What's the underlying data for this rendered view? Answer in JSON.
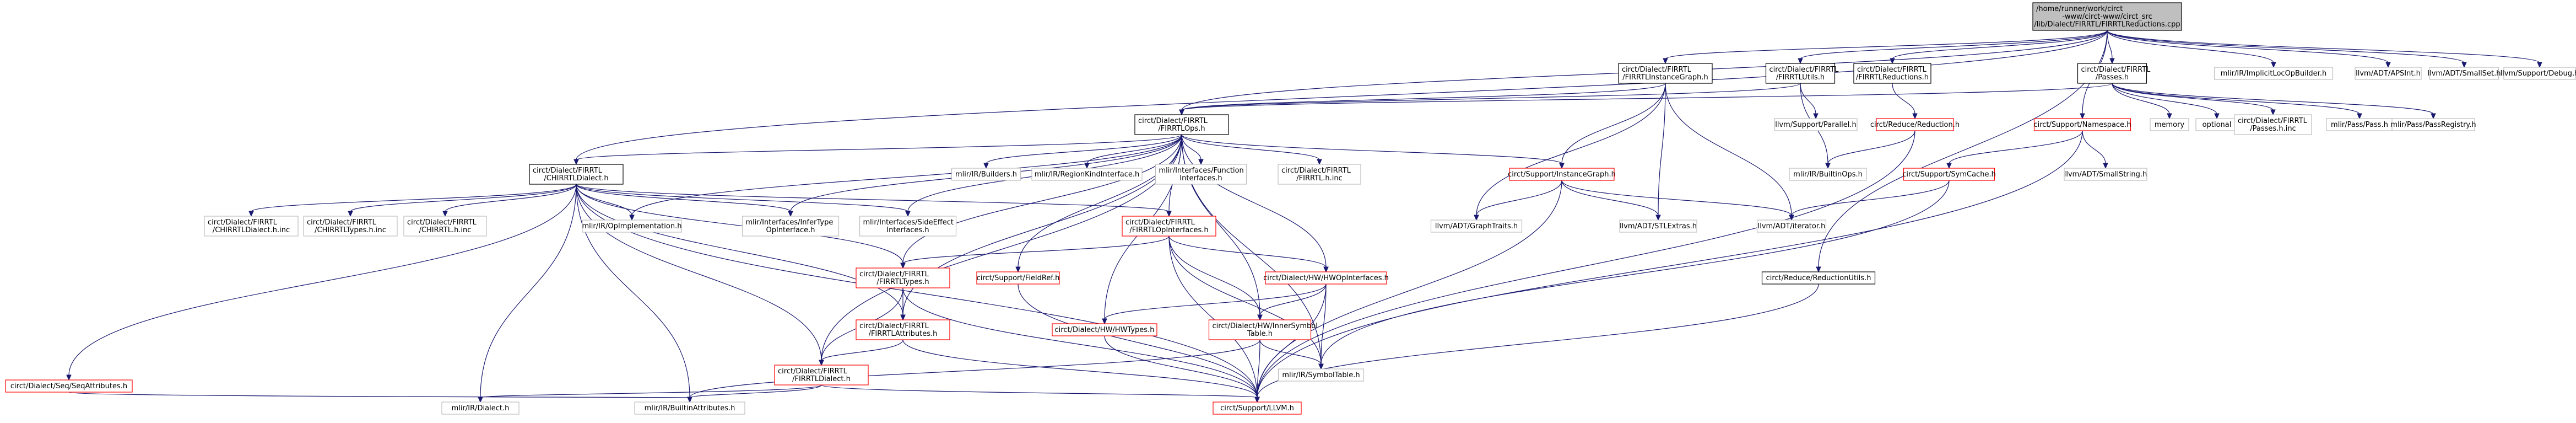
{
  "diagram": {
    "nodes": {
      "root": {
        "lines": [
          "/home/runner/work/circt",
          "-www/circt-www/circt_src",
          "/lib/Dialect/FIRRTL/FIRRTLReductions.cpp"
        ],
        "style": "root",
        "link": false
      },
      "instgraph_fir": {
        "lines": [
          "circt/Dialect/FIRRTL",
          "/FIRRTLInstanceGraph.h"
        ],
        "style": "black",
        "link": true
      },
      "utils": {
        "lines": [
          "circt/Dialect/FIRRTL",
          "/FIRRTLUtils.h"
        ],
        "style": "black",
        "link": true
      },
      "reductions_h": {
        "lines": [
          "circt/Dialect/FIRRTL",
          "/FIRRTLReductions.h"
        ],
        "style": "black",
        "link": true
      },
      "passes_h": {
        "lines": [
          "circt/Dialect/FIRRTL",
          "/Passes.h"
        ],
        "style": "black",
        "link": true
      },
      "implicitloc": {
        "lines": [
          "mlir/IR/ImplicitLocOpBuilder.h"
        ],
        "style": "gray",
        "link": false
      },
      "apsint": {
        "lines": [
          "llvm/ADT/APSInt.h"
        ],
        "style": "gray",
        "link": false
      },
      "smallset": {
        "lines": [
          "llvm/ADT/SmallSet.h"
        ],
        "style": "gray",
        "link": false
      },
      "debug": {
        "lines": [
          "llvm/Support/Debug.h"
        ],
        "style": "gray",
        "link": false
      },
      "ops": {
        "lines": [
          "circt/Dialect/FIRRTL",
          "/FIRRTLOps.h"
        ],
        "style": "black",
        "link": true
      },
      "parallel": {
        "lines": [
          "llvm/Support/Parallel.h"
        ],
        "style": "gray",
        "link": false
      },
      "reduction": {
        "lines": [
          "circt/Reduce/Reduction.h"
        ],
        "style": "red",
        "link": true
      },
      "namespace": {
        "lines": [
          "circt/Support/Namespace.h"
        ],
        "style": "red",
        "link": true
      },
      "memory": {
        "lines": [
          "memory"
        ],
        "style": "gray",
        "link": false
      },
      "optional": {
        "lines": [
          "optional"
        ],
        "style": "gray",
        "link": false
      },
      "passes_inc": {
        "lines": [
          "circt/Dialect/FIRRTL",
          "/Passes.h.inc"
        ],
        "style": "gray",
        "link": false
      },
      "mlirpass": {
        "lines": [
          "mlir/Pass/Pass.h"
        ],
        "style": "gray",
        "link": false
      },
      "passregistry": {
        "lines": [
          "mlir/Pass/PassRegistry.h"
        ],
        "style": "gray",
        "link": false
      },
      "builtinops": {
        "lines": [
          "mlir/IR/BuiltinOps.h"
        ],
        "style": "gray",
        "link": false
      },
      "smallstring": {
        "lines": [
          "llvm/ADT/SmallString.h"
        ],
        "style": "gray",
        "link": false
      },
      "chirrtl": {
        "lines": [
          "circt/Dialect/FIRRTL",
          "/CHIRRTLDialect.h"
        ],
        "style": "black",
        "link": true
      },
      "builders": {
        "lines": [
          "mlir/IR/Builders.h"
        ],
        "style": "gray",
        "link": false
      },
      "regionkind": {
        "lines": [
          "mlir/IR/RegionKindInterface.h"
        ],
        "style": "gray",
        "link": false
      },
      "funciface": {
        "lines": [
          "mlir/Interfaces/Function",
          "Interfaces.h"
        ],
        "style": "gray",
        "link": false
      },
      "firrtl_inc": {
        "lines": [
          "circt/Dialect/FIRRTL",
          "/FIRRTL.h.inc"
        ],
        "style": "gray",
        "link": false
      },
      "sup_instgraph": {
        "lines": [
          "circt/Support/InstanceGraph.h"
        ],
        "style": "red",
        "link": true
      },
      "symcache": {
        "lines": [
          "circt/Support/SymCache.h"
        ],
        "style": "red",
        "link": true
      },
      "chdialect_inc": {
        "lines": [
          "circt/Dialect/FIRRTL",
          "/CHIRRTLDialect.h.inc"
        ],
        "style": "gray",
        "link": false
      },
      "chtypes_inc": {
        "lines": [
          "circt/Dialect/FIRRTL",
          "/CHIRRTLTypes.h.inc"
        ],
        "style": "gray",
        "link": false
      },
      "chirrtl_inc": {
        "lines": [
          "circt/Dialect/FIRRTL",
          "/CHIRRTL.h.inc"
        ],
        "style": "gray",
        "link": false
      },
      "opimpl": {
        "lines": [
          "mlir/IR/OpImplementation.h"
        ],
        "style": "gray",
        "link": false
      },
      "infertype": {
        "lines": [
          "mlir/Interfaces/InferType",
          "OpInterface.h"
        ],
        "style": "gray",
        "link": false
      },
      "sideeffect": {
        "lines": [
          "mlir/Interfaces/SideEffect",
          "Interfaces.h"
        ],
        "style": "gray",
        "link": false
      },
      "opifaces": {
        "lines": [
          "circt/Dialect/FIRRTL",
          "/FIRRTLOpInterfaces.h"
        ],
        "style": "red",
        "link": true
      },
      "graphtraits": {
        "lines": [
          "llvm/ADT/GraphTraits.h"
        ],
        "style": "gray",
        "link": false
      },
      "stlextras": {
        "lines": [
          "llvm/ADT/STLExtras.h"
        ],
        "style": "gray",
        "link": false
      },
      "iterator": {
        "lines": [
          "llvm/ADT/iterator.h"
        ],
        "style": "gray",
        "link": false
      },
      "fieldref": {
        "lines": [
          "circt/Support/FieldRef.h"
        ],
        "style": "red",
        "link": true
      },
      "types": {
        "lines": [
          "circt/Dialect/FIRRTL",
          "/FIRRTLTypes.h"
        ],
        "style": "red",
        "link": true
      },
      "hwopifaces": {
        "lines": [
          "circt/Dialect/HW/HWOpInterfaces.h"
        ],
        "style": "red",
        "link": true
      },
      "reductionutils": {
        "lines": [
          "circt/Reduce/ReductionUtils.h"
        ],
        "style": "black",
        "link": true
      },
      "hwtypes": {
        "lines": [
          "circt/Dialect/HW/HWTypes.h"
        ],
        "style": "red",
        "link": true
      },
      "innersym": {
        "lines": [
          "circt/Dialect/HW/InnerSymbol",
          "Table.h"
        ],
        "style": "red",
        "link": true
      },
      "attributes": {
        "lines": [
          "circt/Dialect/FIRRTL",
          "/FIRRTLAttributes.h"
        ],
        "style": "red",
        "link": true
      },
      "seqattrs": {
        "lines": [
          "circt/Dialect/Seq/SeqAttributes.h"
        ],
        "style": "red",
        "link": true
      },
      "dialect_h": {
        "lines": [
          "circt/Dialect/FIRRTL",
          "/FIRRTLDialect.h"
        ],
        "style": "red",
        "link": true
      },
      "symboltable": {
        "lines": [
          "mlir/IR/SymbolTable.h"
        ],
        "style": "gray",
        "link": false
      },
      "mlirdialect": {
        "lines": [
          "mlir/IR/Dialect.h"
        ],
        "style": "gray",
        "link": false
      },
      "builtinattrs": {
        "lines": [
          "mlir/IR/BuiltinAttributes.h"
        ],
        "style": "gray",
        "link": false
      },
      "llvm_h": {
        "lines": [
          "circt/Support/LLVM.h"
        ],
        "style": "red",
        "link": true
      }
    },
    "edges": [
      [
        "root",
        "instgraph_fir"
      ],
      [
        "root",
        "utils"
      ],
      [
        "root",
        "reductions_h"
      ],
      [
        "root",
        "passes_h"
      ],
      [
        "root",
        "implicitloc"
      ],
      [
        "root",
        "apsint"
      ],
      [
        "root",
        "smallset"
      ],
      [
        "root",
        "debug"
      ],
      [
        "root",
        "ops"
      ],
      [
        "root",
        "chirrtl"
      ],
      [
        "root",
        "reductionutils"
      ],
      [
        "root",
        "namespace"
      ],
      [
        "instgraph_fir",
        "ops"
      ],
      [
        "instgraph_fir",
        "sup_instgraph"
      ],
      [
        "instgraph_fir",
        "graphtraits"
      ],
      [
        "instgraph_fir",
        "stlextras"
      ],
      [
        "instgraph_fir",
        "iterator"
      ],
      [
        "utils",
        "ops"
      ],
      [
        "utils",
        "parallel"
      ],
      [
        "utils",
        "builtinops"
      ],
      [
        "reductions_h",
        "reduction"
      ],
      [
        "passes_h",
        "ops"
      ],
      [
        "passes_h",
        "memory"
      ],
      [
        "passes_h",
        "optional"
      ],
      [
        "passes_h",
        "passes_inc"
      ],
      [
        "passes_h",
        "mlirpass"
      ],
      [
        "passes_h",
        "passregistry"
      ],
      [
        "reduction",
        "builtinops"
      ],
      [
        "reduction",
        "llvm_h"
      ],
      [
        "namespace",
        "symcache"
      ],
      [
        "namespace",
        "smallstring"
      ],
      [
        "namespace",
        "llvm_h"
      ],
      [
        "ops",
        "chirrtl"
      ],
      [
        "ops",
        "builders"
      ],
      [
        "ops",
        "regionkind"
      ],
      [
        "ops",
        "funciface"
      ],
      [
        "ops",
        "firrtl_inc"
      ],
      [
        "ops",
        "opimpl"
      ],
      [
        "ops",
        "infertype"
      ],
      [
        "ops",
        "sideeffect"
      ],
      [
        "ops",
        "opifaces"
      ],
      [
        "ops",
        "sup_instgraph"
      ],
      [
        "ops",
        "fieldref"
      ],
      [
        "ops",
        "types"
      ],
      [
        "ops",
        "hwopifaces"
      ],
      [
        "ops",
        "hwtypes"
      ],
      [
        "ops",
        "innersym"
      ],
      [
        "ops",
        "attributes"
      ],
      [
        "ops",
        "dialect_h"
      ],
      [
        "ops",
        "symboltable"
      ],
      [
        "chirrtl",
        "chdialect_inc"
      ],
      [
        "chirrtl",
        "chtypes_inc"
      ],
      [
        "chirrtl",
        "chirrtl_inc"
      ],
      [
        "chirrtl",
        "opimpl"
      ],
      [
        "chirrtl",
        "infertype"
      ],
      [
        "chirrtl",
        "sideeffect"
      ],
      [
        "chirrtl",
        "opifaces"
      ],
      [
        "chirrtl",
        "types"
      ],
      [
        "chirrtl",
        "attributes"
      ],
      [
        "chirrtl",
        "dialect_h"
      ],
      [
        "chirrtl",
        "seqattrs"
      ],
      [
        "chirrtl",
        "mlirdialect"
      ],
      [
        "chirrtl",
        "builtinattrs"
      ],
      [
        "chirrtl",
        "llvm_h"
      ],
      [
        "sup_instgraph",
        "graphtraits"
      ],
      [
        "sup_instgraph",
        "stlextras"
      ],
      [
        "sup_instgraph",
        "iterator"
      ],
      [
        "sup_instgraph",
        "llvm_h"
      ],
      [
        "symcache",
        "iterator"
      ],
      [
        "symcache",
        "symboltable"
      ],
      [
        "opifaces",
        "types"
      ],
      [
        "opifaces",
        "hwopifaces"
      ],
      [
        "opifaces",
        "innersym"
      ],
      [
        "opifaces",
        "symboltable"
      ],
      [
        "opifaces",
        "llvm_h"
      ],
      [
        "fieldref",
        "llvm_h"
      ],
      [
        "types",
        "attributes"
      ],
      [
        "types",
        "dialect_h"
      ],
      [
        "types",
        "llvm_h"
      ],
      [
        "hwopifaces",
        "hwtypes"
      ],
      [
        "hwopifaces",
        "innersym"
      ],
      [
        "hwopifaces",
        "symboltable"
      ],
      [
        "hwopifaces",
        "llvm_h"
      ],
      [
        "hwtypes",
        "llvm_h"
      ],
      [
        "innersym",
        "symboltable"
      ],
      [
        "innersym",
        "builtinattrs"
      ],
      [
        "innersym",
        "llvm_h"
      ],
      [
        "attributes",
        "dialect_h"
      ],
      [
        "attributes",
        "llvm_h"
      ],
      [
        "seqattrs",
        "builtinattrs"
      ],
      [
        "dialect_h",
        "mlirdialect"
      ],
      [
        "dialect_h",
        "builtinattrs"
      ],
      [
        "dialect_h",
        "llvm_h"
      ],
      [
        "reductionutils",
        "llvm_h"
      ]
    ]
  },
  "colors": {
    "edge": "#191970",
    "root_fill": "#bfbfbf",
    "black_border": "#000000",
    "red_border": "#ff0000",
    "gray_border": "#bfbfbf",
    "text": "#000000"
  }
}
